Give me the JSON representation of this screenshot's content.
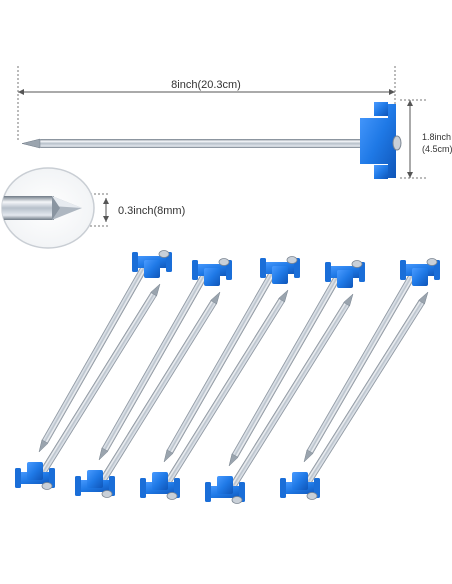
{
  "dimensions": {
    "length_label": "8inch(20.3cm)",
    "head_height_label_line1": "1.8inch",
    "head_height_label_line2": "(4.5cm)",
    "tip_label": "0.3inch(8mm)"
  },
  "colors": {
    "head_blue": "#1f79e6",
    "head_blue_dark": "#0f55b8",
    "shaft_light": "#e9edf2",
    "shaft_mid": "#b7c0ca",
    "shaft_dark": "#6f7a86",
    "dim_line": "#555555"
  }
}
